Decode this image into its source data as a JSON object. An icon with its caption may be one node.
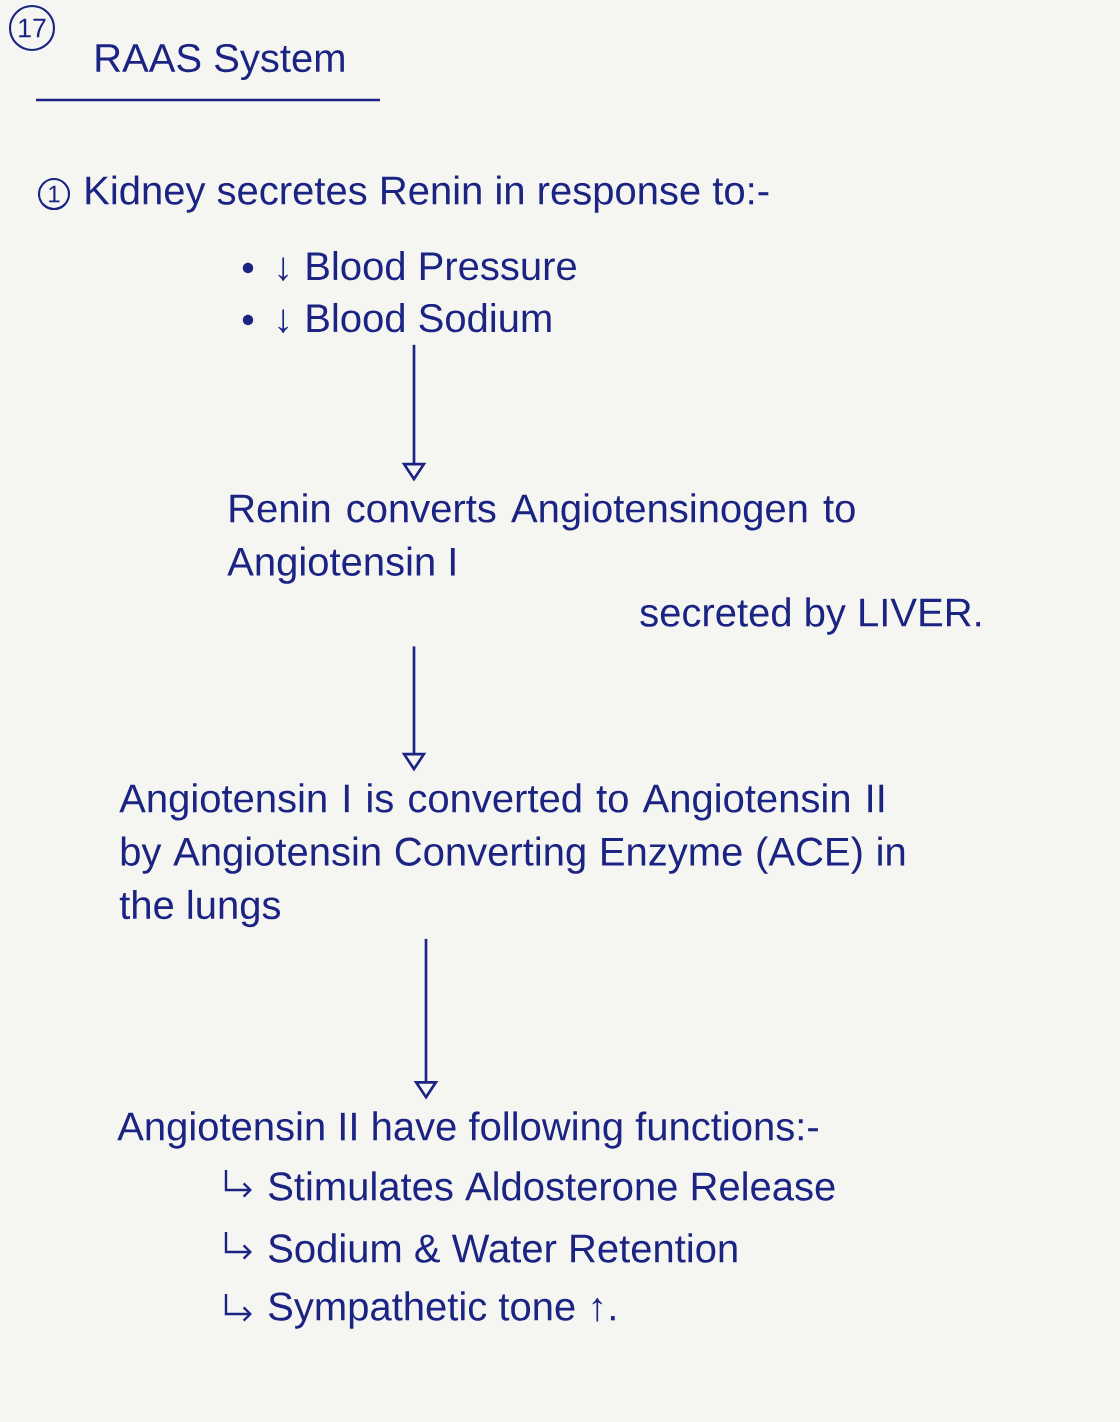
{
  "diagram": {
    "title": "RAAS System",
    "nodes": [
      {
        "text": [
          "Kidney secretes Renin in response to:-",
          "↓ Blood Pressure",
          "↓ Blood Sodium"
        ]
      },
      {
        "text": [
          "Renin converts Angiotensinogen to Angiotensin I",
          "secreted by LIVER."
        ]
      },
      {
        "text": [
          "Angiotensin I is converted to Angiotensin II by Angiotensin Converting Enzyme (ACE) in the lungs"
        ]
      },
      {
        "text": [
          "Angiotensin II have following functions:-",
          "Stimulates Aldosterone Release",
          "Sodium & Water Retention",
          "Sympathetic tone ↑."
        ]
      }
    ],
    "edges": [
      {
        "from": 0,
        "to": 1,
        "arrow": "to"
      },
      {
        "from": 1,
        "to": 2,
        "arrow": "to"
      },
      {
        "from": 2,
        "to": 3,
        "arrow": "to"
      }
    ],
    "labels": [
      "17",
      "1"
    ]
  }
}
